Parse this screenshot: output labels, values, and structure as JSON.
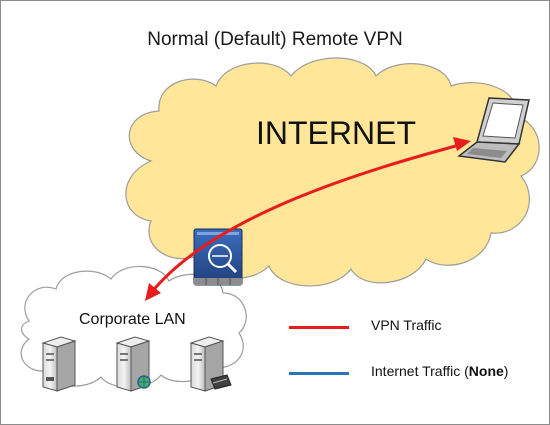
{
  "title": "Normal (Default) Remote VPN",
  "internet_label": "INTERNET",
  "lan_label": "Corporate LAN",
  "legend": {
    "vpn": {
      "label": "VPN Traffic",
      "color": "#e81c1c"
    },
    "internet": {
      "label_prefix": "Internet Traffic (",
      "label_bold": "None",
      "label_suffix": ")",
      "color": "#2e75b6"
    }
  },
  "colors": {
    "cloud_internet_fill": "#ffe699",
    "cloud_lan_fill": "#ffffff",
    "cloud_outline": "#9d9d9d",
    "firewall_blue": "#2f5597",
    "firewall_brick": "#c0c0c0"
  },
  "icons": [
    "laptop-icon",
    "firewall-icon",
    "server-icon",
    "web-server-icon",
    "print-server-icon"
  ]
}
